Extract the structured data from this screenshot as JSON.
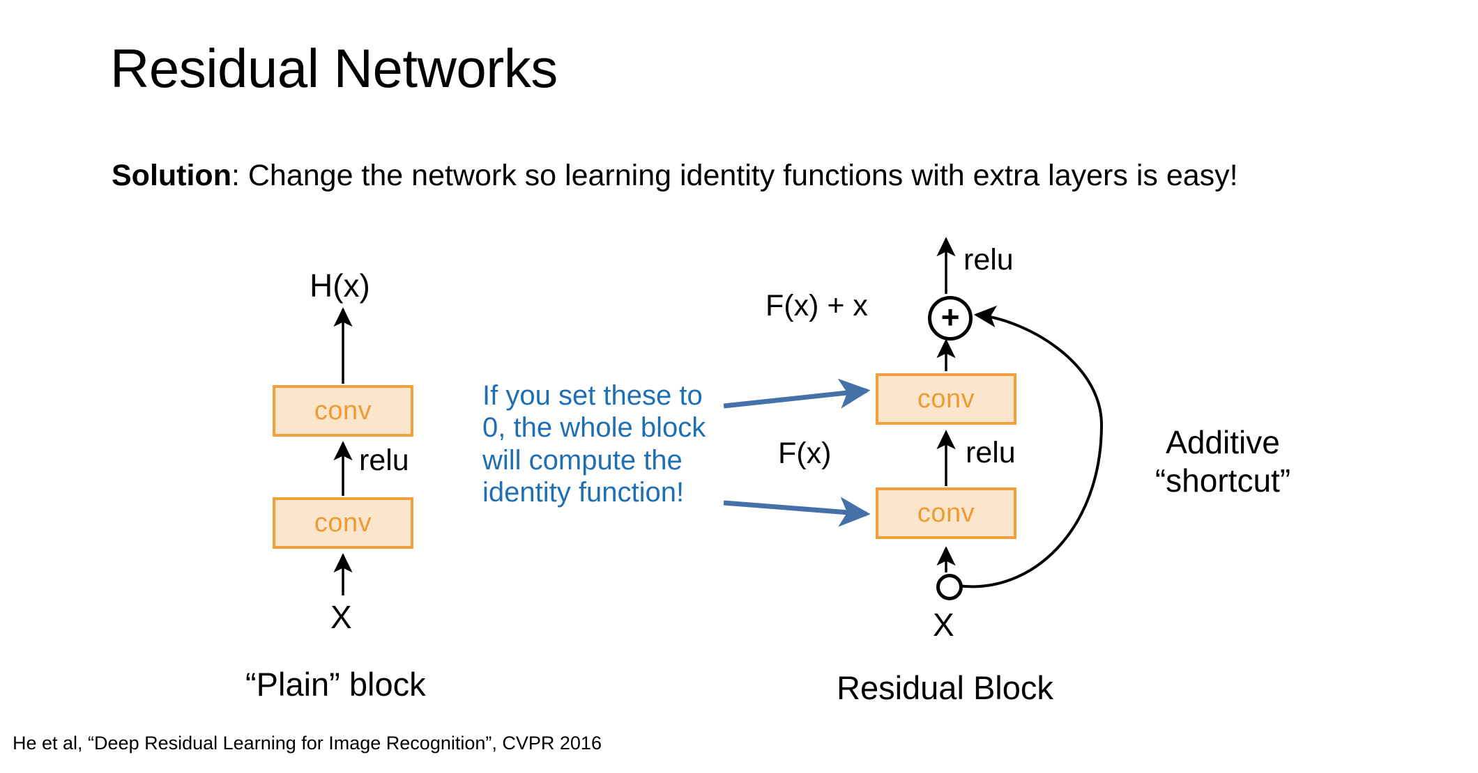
{
  "slide": {
    "title": "Residual Networks",
    "subtitle": {
      "bold": "Solution",
      "rest": ": Change the network so learning identity functions with extra layers is easy!"
    },
    "footer": "He et al, “Deep Residual Learning for Image Recognition”, CVPR 2016"
  },
  "colors": {
    "box_fill": "#FBE5CD",
    "box_border": "#F0A03C",
    "box_text": "#EE9B33",
    "annotation_blue": "#1F6FB5",
    "arrow_blue": "#4472A8",
    "edge_black": "#000000",
    "background": "#FFFFFF"
  },
  "plain_block": {
    "output_label": "H(x)",
    "input_label": "X",
    "relu_label": "relu",
    "conv_top_label": "conv",
    "conv_bottom_label": "conv",
    "caption": "“Plain” block"
  },
  "residual_block": {
    "sum_label": "F(x) + x",
    "residual_label": "F(x)",
    "relu_top_label": "relu",
    "relu_mid_label": "relu",
    "input_label": "X",
    "conv_top_label": "conv",
    "conv_bottom_label": "conv",
    "plus_node_glyph": "+",
    "caption": "Residual Block",
    "shortcut_label_line1": "Additive",
    "shortcut_label_line2": "“shortcut”"
  },
  "annotation": {
    "text": "If you set these to 0, the whole block will compute the identity function!"
  }
}
